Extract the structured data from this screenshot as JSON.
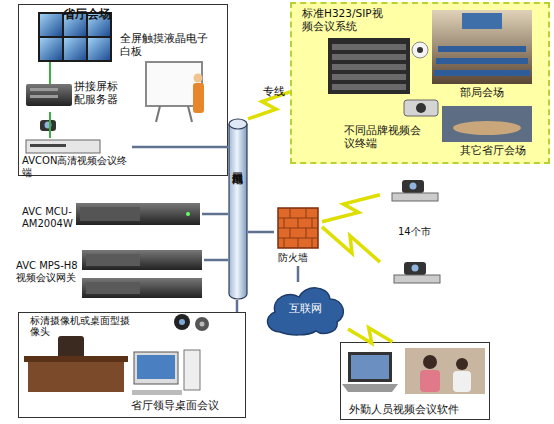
{
  "diagram": {
    "nodes": [
      {
        "text": [
          "省厅会场"
        ]
      },
      {
        "text": [
          "全屏触摸液晶电子白板"
        ],
        "in": 0
      },
      {
        "text": [
          "拼接屏标配服务器"
        ],
        "in": 0
      },
      {
        "text": [
          "AVCON高清视频会议终端"
        ],
        "in": 0
      },
      {
        "text": [
          "单位内部局域网"
        ]
      },
      {
        "text": [
          "AVC MCU-AM2004W"
        ]
      },
      {
        "text": [
          "AVC MPS-H8 视频会议网关"
        ]
      },
      {
        "text": [
          "省厅领导桌面会议"
        ]
      },
      {
        "text": [
          "标清摄像机或桌面型摄像头"
        ],
        "in": 7
      },
      {
        "text": [
          "防火墙"
        ]
      },
      {
        "text": [
          "互联网"
        ]
      },
      {
        "text": [
          "14个市"
        ]
      },
      {
        "text": [
          "外勤人员视频会议软件"
        ]
      },
      {
        "text": [
          "标准H323/SIP视频会议系统"
        ]
      },
      {
        "text": [
          "部局会场"
        ],
        "in": 13
      },
      {
        "text": [
          "不同品牌视频会议终端"
        ],
        "in": 13
      },
      {
        "text": [
          "其它省厅会场"
        ],
        "in": 13
      }
    ],
    "edges": [
      {
        "from": 2,
        "to": 3,
        "arrow": "none"
      },
      {
        "from": 3,
        "to": 4,
        "arrow": "none"
      },
      {
        "from": 5,
        "to": 4,
        "arrow": "none"
      },
      {
        "from": 6,
        "to": 4,
        "arrow": "none"
      },
      {
        "from": 7,
        "to": 4,
        "arrow": "none"
      },
      {
        "from": 4,
        "to": 9,
        "arrow": "none"
      },
      {
        "from": 4,
        "to": 13,
        "label": "专线",
        "arrow": "none"
      },
      {
        "from": 9,
        "to": 11,
        "arrow": "none"
      },
      {
        "from": 9,
        "to": 10,
        "arrow": "none"
      },
      {
        "from": 10,
        "to": 12,
        "arrow": "none"
      }
    ]
  }
}
